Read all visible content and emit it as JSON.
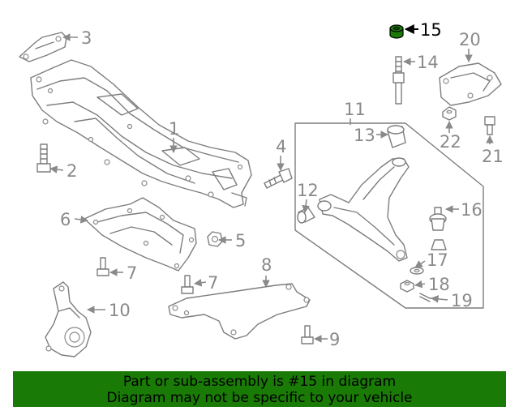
{
  "diagram": {
    "highlight_color": "#1a7a06",
    "highlighted_part": "15",
    "callouts": [
      "1",
      "2",
      "3",
      "4",
      "5",
      "6",
      "7",
      "7",
      "8",
      "9",
      "10",
      "11",
      "12",
      "13",
      "14",
      "15",
      "16",
      "17",
      "18",
      "19",
      "20",
      "21",
      "22"
    ]
  },
  "banner": {
    "line1": "Part or sub-assembly is #15 in diagram",
    "line2": "Diagram may not be specific to your vehicle",
    "background": "#1a7a06"
  }
}
